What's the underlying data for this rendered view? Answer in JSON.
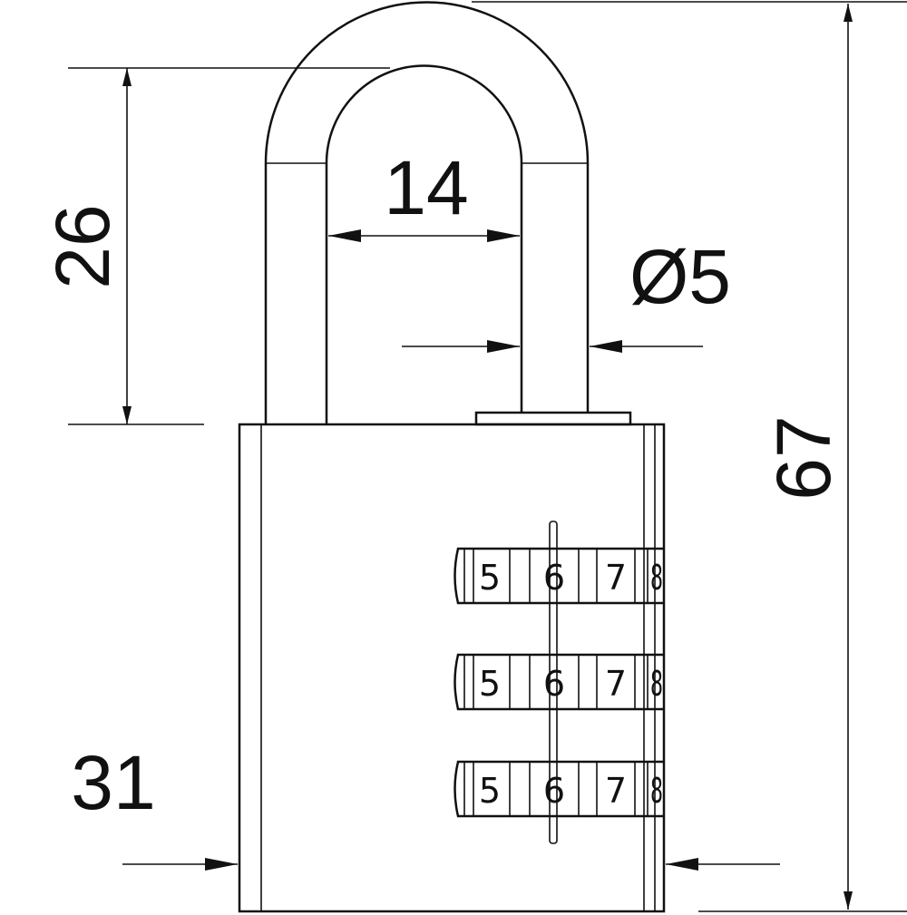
{
  "dimensions": {
    "shackle_clearance": "26",
    "shackle_inner_width": "14",
    "shackle_diameter": "Ø5",
    "total_height": "67",
    "body_width": "31"
  },
  "wheels": [
    {
      "digits": [
        "5",
        "6",
        "7",
        "8"
      ]
    },
    {
      "digits": [
        "5",
        "6",
        "7",
        "8"
      ]
    },
    {
      "digits": [
        "5",
        "6",
        "7",
        "8"
      ]
    }
  ],
  "colors": {
    "line": "#111111",
    "background": "#ffffff"
  }
}
